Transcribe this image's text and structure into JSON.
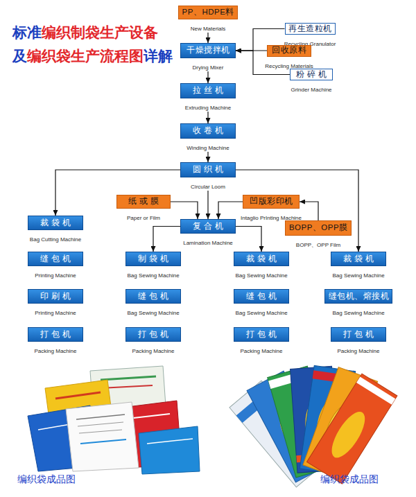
{
  "diagram": {
    "title": "标准编织制袋生产设备 及编织袋生产流程图详解",
    "nodes": [
      {
        "text": [
          "PP、HDPE料",
          "New Materials"
        ]
      },
      {
        "text": [
          "再生造粒机",
          "Recycling Granulator"
        ]
      },
      {
        "text": [
          "干燥搅拌机",
          "Drying Mixer"
        ]
      },
      {
        "text": [
          "回收原料",
          "Recycling Materials"
        ]
      },
      {
        "text": [
          "粉碎机",
          "Grinder Machine"
        ]
      },
      {
        "text": [
          "拉丝机",
          "Extruding Machine"
        ]
      },
      {
        "text": [
          "收卷机",
          "Winding Machine"
        ]
      },
      {
        "text": [
          "圆织机",
          "Circular Loom"
        ]
      },
      {
        "text": [
          "纸或膜",
          "Paper or Film"
        ]
      },
      {
        "text": [
          "凹版彩印机",
          "Intaglio PrInting Machine"
        ]
      },
      {
        "text": [
          "裁袋机",
          "Bag Cutting Machine"
        ]
      },
      {
        "text": [
          "复合机",
          "Lamination Machine"
        ]
      },
      {
        "text": [
          "BOPP、OPP膜",
          "BOPP、OPP Film"
        ]
      },
      {
        "text": [
          "缝包机",
          "Printing Machine"
        ]
      },
      {
        "text": [
          "制袋机",
          "Bag Sewing Machine"
        ]
      },
      {
        "text": [
          "裁袋机",
          "Bag Sewing Machine"
        ]
      },
      {
        "text": [
          "裁袋机",
          "Bag Sewing Machine"
        ]
      },
      {
        "text": [
          "印刷机",
          "Printing Machine"
        ]
      },
      {
        "text": [
          "缝包机",
          "Bag Sewing Machine"
        ]
      },
      {
        "text": [
          "缝包机",
          "Bag Sewing Machine"
        ]
      },
      {
        "text": [
          "缝包机、熔接机",
          "Bag Sewing Machine"
        ]
      },
      {
        "text": [
          "打包机",
          "Packing Machine"
        ]
      },
      {
        "text": [
          "打包机",
          "Packing Machine"
        ]
      },
      {
        "text": [
          "打包机",
          "Packing Machine"
        ]
      },
      {
        "text": [
          "打包机",
          "Packing Machine"
        ]
      }
    ],
    "edges": [
      {
        "from": 0,
        "to": 2,
        "arrow": "to"
      },
      {
        "from": 1,
        "to": 2,
        "arrow": "to"
      },
      {
        "from": 3,
        "to": 2,
        "arrow": "to"
      },
      {
        "from": 4,
        "to": 2,
        "arrow": "to"
      },
      {
        "from": 2,
        "to": 5,
        "arrow": "to"
      },
      {
        "from": 5,
        "to": 6,
        "arrow": "to"
      },
      {
        "from": 6,
        "to": 7,
        "arrow": "to"
      },
      {
        "from": 7,
        "to": 10,
        "arrow": "to"
      },
      {
        "from": 7,
        "to": 11,
        "arrow": "to"
      },
      {
        "from": 7,
        "to": 16,
        "arrow": "to"
      },
      {
        "from": 8,
        "to": 11,
        "arrow": "to"
      },
      {
        "from": 9,
        "to": 11,
        "arrow": "to"
      },
      {
        "from": 12,
        "to": 9,
        "arrow": "to"
      },
      {
        "from": 11,
        "to": 14,
        "arrow": "to"
      },
      {
        "from": 11,
        "to": 15,
        "arrow": "to"
      }
    ],
    "labels": [
      "编织袋成品图",
      "编织袋成品图"
    ]
  }
}
